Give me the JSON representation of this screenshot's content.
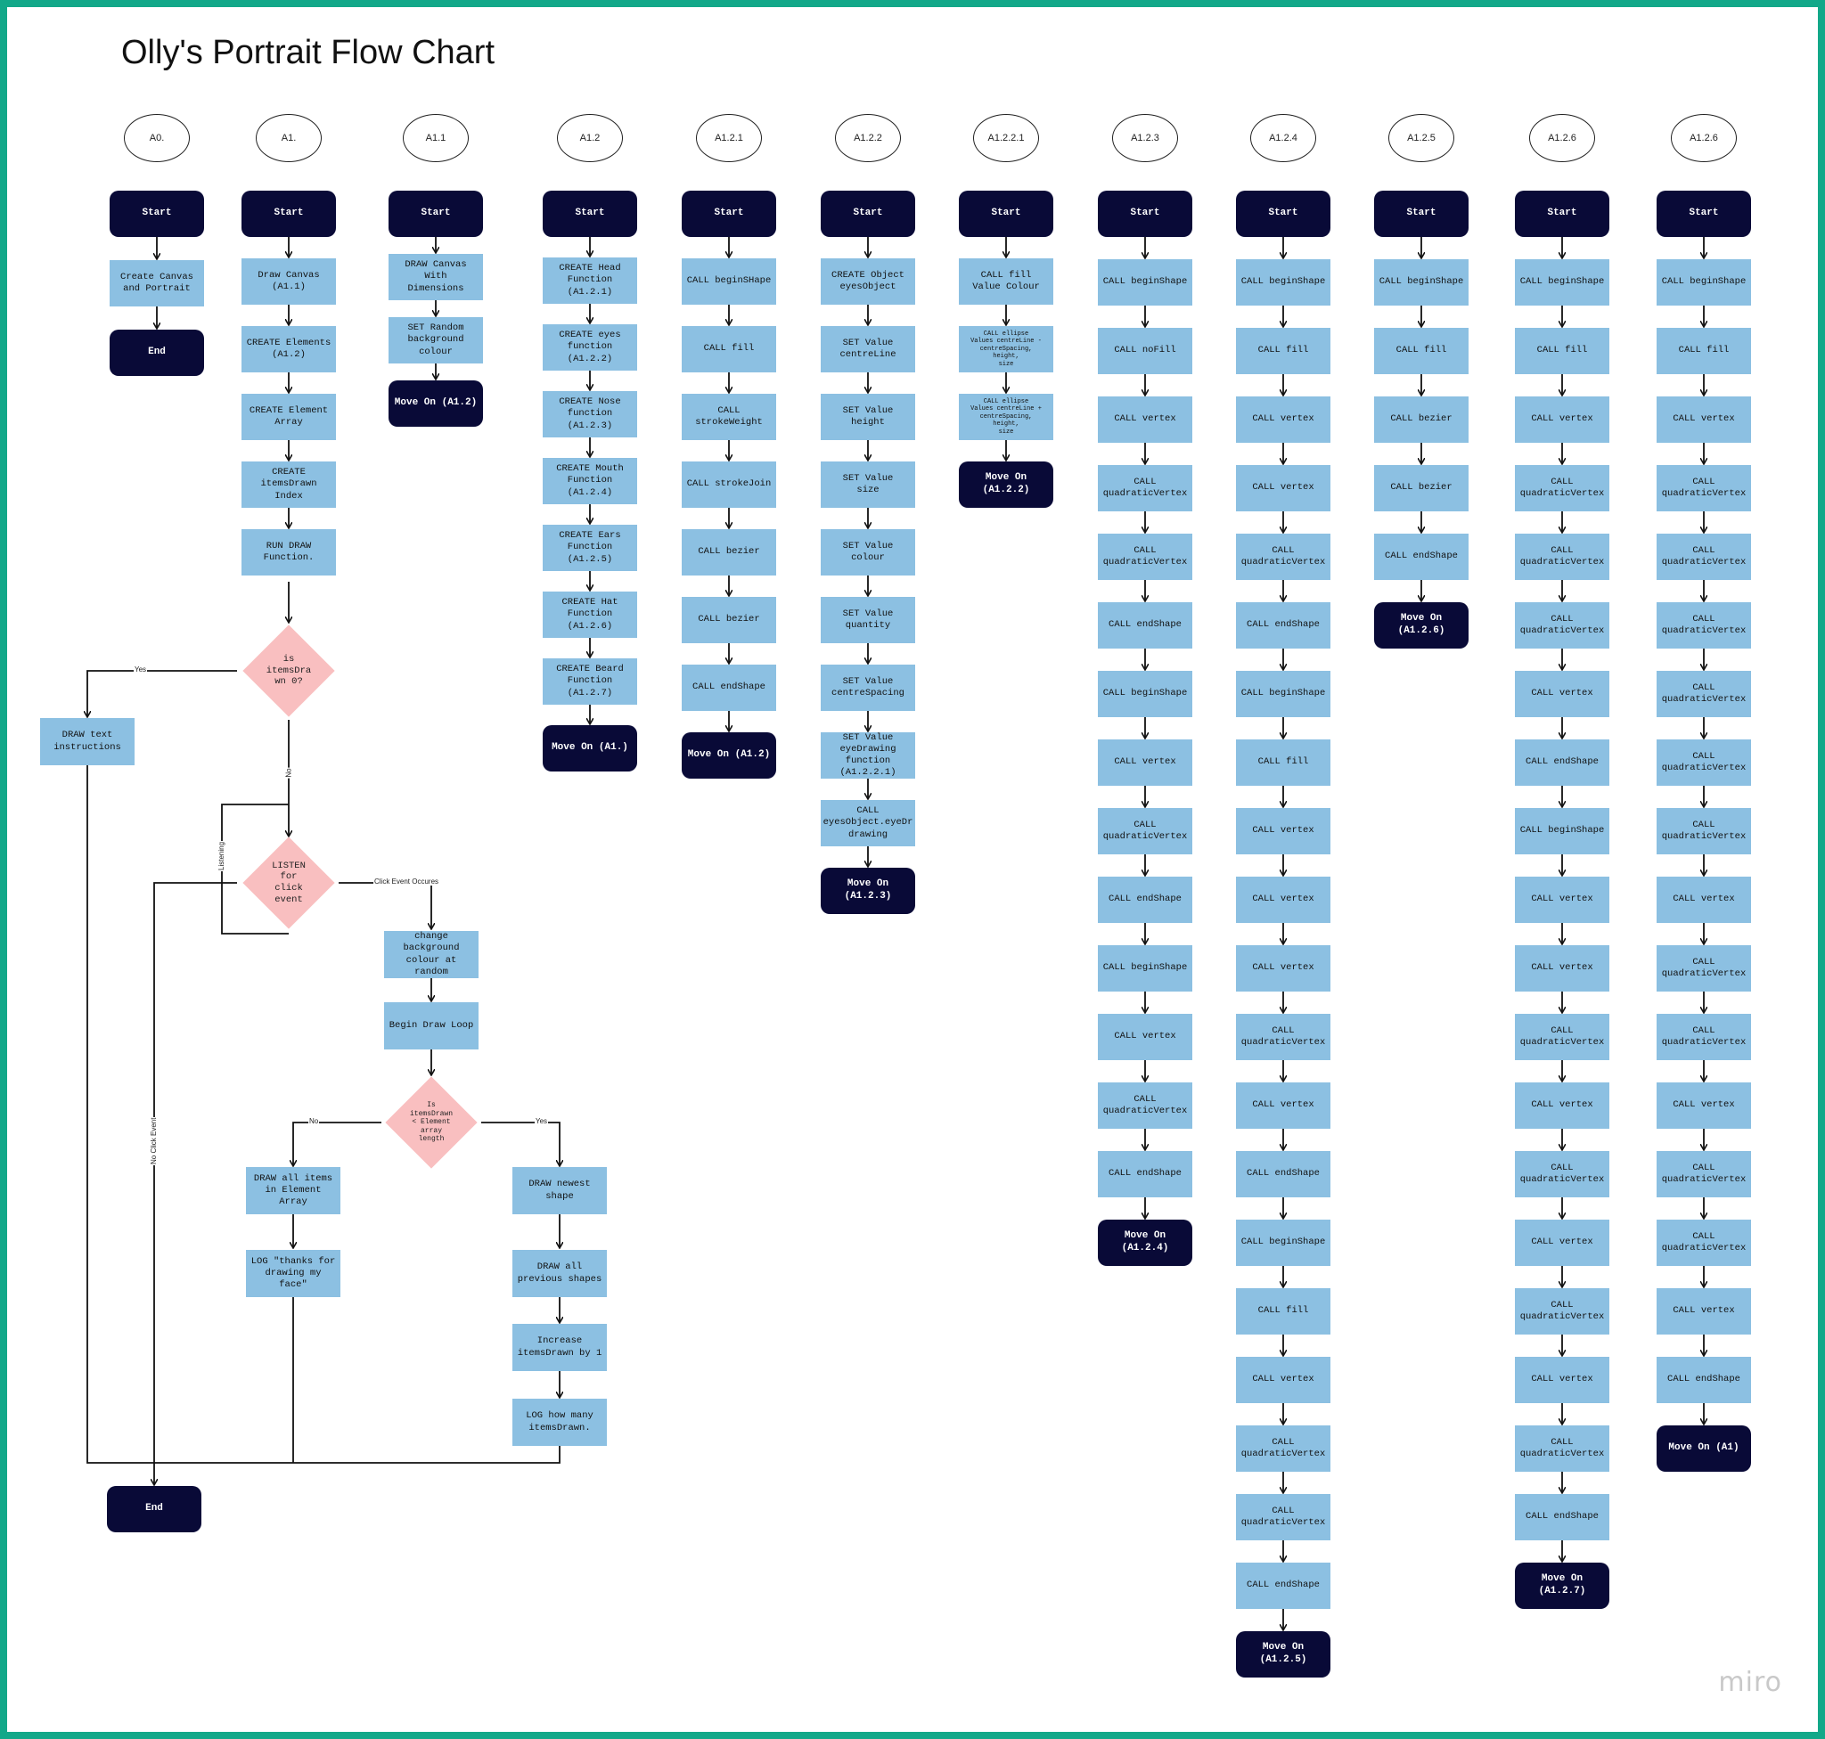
{
  "title": "Olly's Portrait Flow Chart",
  "brand": "miro",
  "edge_labels": {
    "yes": "Yes",
    "no": "No",
    "listening": "Listening",
    "click_event": "Click Event Occures",
    "no_click": "No Click Event"
  },
  "columns": [
    {
      "label": "A0.",
      "nodes": [
        "Start",
        "Create Canvas\nand Portrait",
        "End"
      ]
    },
    {
      "label": "A1.",
      "nodes": [
        "Start",
        "Draw Canvas\n(A1.1)",
        "CREATE Elements\n(A1.2)",
        "CREATE Element\nArray",
        "CREATE\nitemsDrawn Index",
        "RUN DRAW\nFunction."
      ]
    },
    {
      "label": "A1.1",
      "nodes": [
        "Start",
        "DRAW Canvas With\nDimensions",
        "SET Random\nbackground\ncolour",
        "Move On (A1.2)"
      ]
    },
    {
      "label": "A1.2",
      "nodes": [
        "Start",
        "CREATE Head\nFunction\n(A1.2.1)",
        "CREATE eyes\nfunction\n(A1.2.2)",
        "CREATE Nose\nfunction\n(A1.2.3)",
        "CREATE Mouth\nFunction\n(A1.2.4)",
        "CREATE Ears\nFunction\n(A1.2.5)",
        "CREATE Hat\nFunction\n(A1.2.6)",
        "CREATE Beard\nFunction\n(A1.2.7)",
        "Move On (A1.)"
      ]
    },
    {
      "label": "A1.2.1",
      "nodes": [
        "Start",
        "CALL beginSHape",
        "CALL fill",
        "CALL\nstrokeWeight",
        "CALL strokeJoin",
        "CALL bezier",
        "CALL bezier",
        "CALL endShape",
        "Move On (A1.2)"
      ]
    },
    {
      "label": "A1.2.2",
      "nodes": [
        "Start",
        "CREATE Object\neyesObject",
        "SET Value\ncentreLine",
        "SET Value\nheight",
        "SET Value\nsize",
        "SET Value\ncolour",
        "SET Value\nquantity",
        "SET Value\ncentreSpacing",
        "SET Value\neyeDrawing function\n(A1.2.2.1)",
        "CALL\neyesObject.eyeDr\ndrawing",
        "Move On (A1.2.3)"
      ]
    },
    {
      "label": "A1.2.2.1",
      "nodes": [
        "Start",
        "CALL fill\nValue Colour",
        "CALL ellipse\nValues centreLine -\ncentreSpacing,\nheight,\nsize",
        "CALL ellipse\nValues centreLine +\ncentreSpacing,\nheight,\nsize",
        "Move On (A1.2.2)"
      ]
    },
    {
      "label": "A1.2.3",
      "nodes": [
        "Start",
        "CALL beginShape",
        "CALL noFill",
        "CALL vertex",
        "CALL\nquadraticVertex",
        "CALL\nquadraticVertex",
        "CALL endShape",
        "CALL beginShape",
        "CALL vertex",
        "CALL\nquadraticVertex",
        "CALL endShape",
        "CALL beginShape",
        "CALL vertex",
        "CALL\nquadraticVertex",
        "CALL endShape",
        "Move On (A1.2.4)"
      ]
    },
    {
      "label": "A1.2.4",
      "nodes": [
        "Start",
        "CALL beginShape",
        "CALL fill",
        "CALL vertex",
        "CALL vertex",
        "CALL\nquadraticVertex",
        "CALL endShape",
        "CALL beginShape",
        "CALL fill",
        "CALL vertex",
        "CALL vertex",
        "CALL vertex",
        "CALL\nquadraticVertex",
        "CALL vertex",
        "CALL endShape",
        "CALL beginShape",
        "CALL fill",
        "CALL vertex",
        "CALL\nquadraticVertex",
        "CALL\nquadraticVertex",
        "CALL endShape",
        "Move On (A1.2.5)"
      ]
    },
    {
      "label": "A1.2.5",
      "nodes": [
        "Start",
        "CALL beginShape",
        "CALL fill",
        "CALL bezier",
        "CALL bezier",
        "CALL endShape",
        "Move On (A1.2.6)"
      ]
    },
    {
      "label": "A1.2.6",
      "nodes": [
        "Start",
        "CALL beginShape",
        "CALL fill",
        "CALL vertex",
        "CALL\nquadraticVertex",
        "CALL\nquadraticVertex",
        "CALL\nquadraticVertex",
        "CALL vertex",
        "CALL endShape",
        "CALL beginShape",
        "CALL vertex",
        "CALL vertex",
        "CALL\nquadraticVertex",
        "CALL vertex",
        "CALL\nquadraticVertex",
        "CALL vertex",
        "CALL\nquadraticVertex",
        "CALL vertex",
        "CALL\nquadraticVertex",
        "CALL endShape",
        "Move On (A1.2.7)"
      ]
    },
    {
      "label": "A1.2.6",
      "nodes": [
        "Start",
        "CALL beginShape",
        "CALL fill",
        "CALL vertex",
        "CALL\nquadraticVertex",
        "CALL\nquadraticVertex",
        "CALL\nquadraticVertex",
        "CALL\nquadraticVertex",
        "CALL\nquadraticVertex",
        "CALL\nquadraticVertex",
        "CALL vertex",
        "CALL\nquadraticVertex",
        "CALL\nquadraticVertex",
        "CALL vertex",
        "CALL\nquadraticVertex",
        "CALL\nquadraticVertex",
        "CALL vertex",
        "CALL endShape",
        "Move On (A1)"
      ]
    }
  ],
  "main_flow": {
    "decision_drawn": "is\nitemsDra\nwn 0?",
    "draw_text": "DRAW text\ninstructions",
    "listen": "LISTEN\nfor\nclick\nevent",
    "change_bg": "change\nbackground\ncolour at random",
    "begin_loop": "Begin Draw Loop",
    "decision_length": "Is\nitemsDrawn\n< Element\narray\nlength",
    "draw_all_items": "DRAW all items\nin Element Array",
    "log_thanks": "LOG \"thanks for\ndrawing my face\"",
    "draw_newest": "DRAW newest\nshape",
    "draw_previous": "DRAW all\nprevious shapes",
    "increase": "Increase\nitemsDrawn by 1",
    "log_count": "LOG how many\nitemsDrawn.",
    "end": "End"
  }
}
